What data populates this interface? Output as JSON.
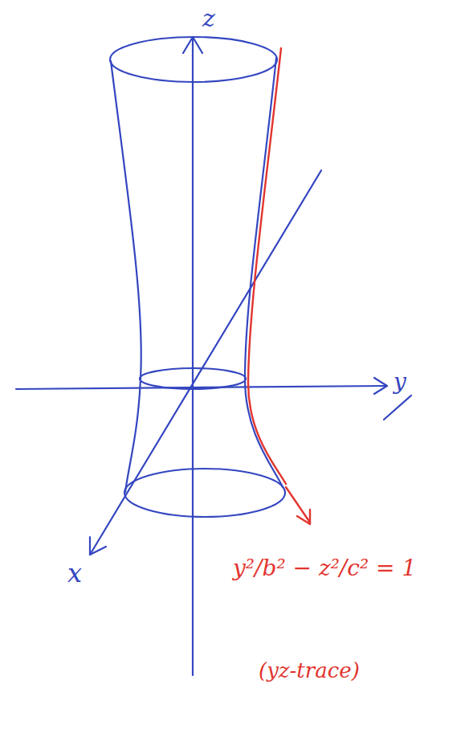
{
  "diagram": {
    "labels": [
      "z",
      "y",
      "x",
      "y²/b² − z²/c² = 1",
      "(yz-trace)"
    ]
  }
}
